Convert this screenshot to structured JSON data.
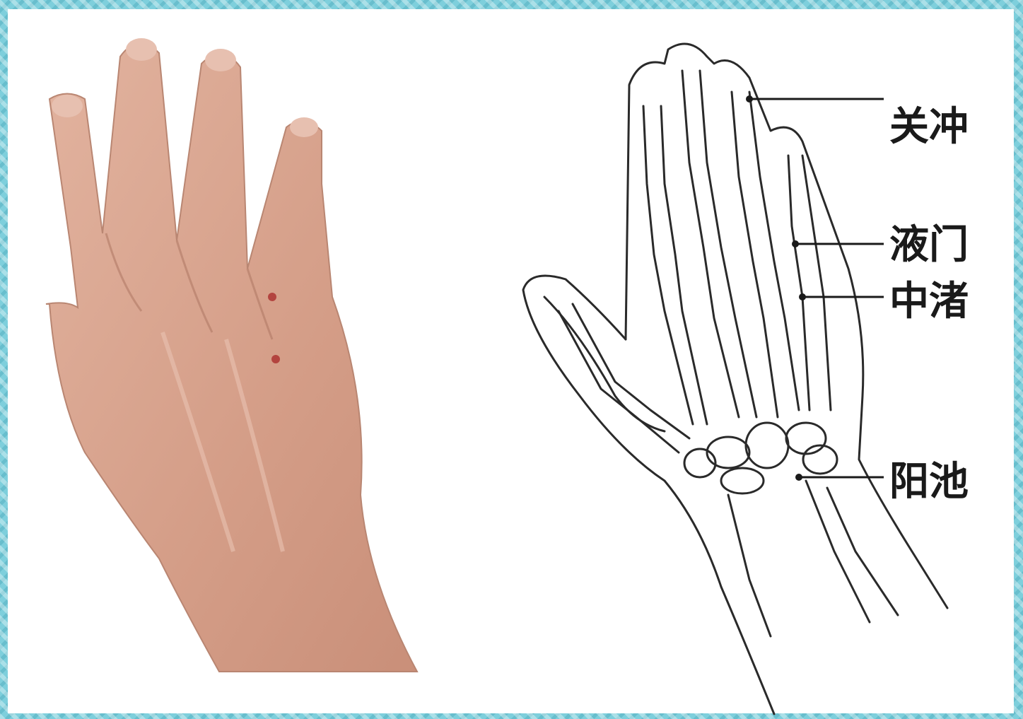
{
  "acupoints": [
    {
      "name": "关冲"
    },
    {
      "name": "液门"
    },
    {
      "name": "中渚"
    },
    {
      "name": "阳池"
    }
  ],
  "colors": {
    "frame": "#7ecfdc",
    "skin": "#d9a58f",
    "skin_shadow": "#c08874",
    "line": "#2a2a2a"
  }
}
